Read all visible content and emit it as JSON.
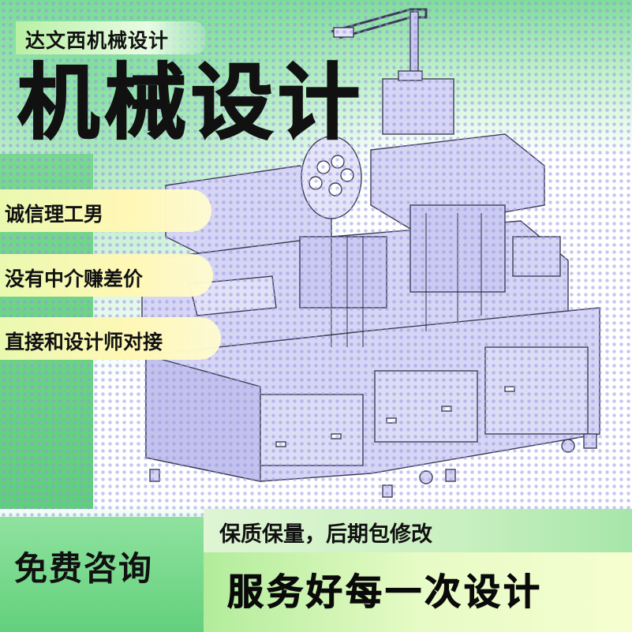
{
  "brand_badge": "达文西机械设计",
  "headline": "机械设计",
  "features": [
    "诚信理工男",
    "没有中介赚差价",
    "直接和设计师对接"
  ],
  "promise": "保质保量，后期包修改",
  "cta": "免费咨询",
  "slogan": "服务好每一次设计",
  "colors": {
    "accent_green": "#7fdc9a",
    "pill_yellow": "#fff7b5",
    "machine_purple": "#c9c8ef",
    "text": "#111111"
  }
}
